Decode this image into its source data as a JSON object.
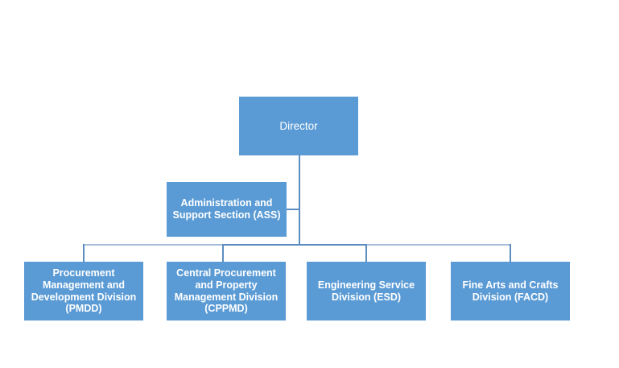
{
  "chart_title": "",
  "colors": {
    "node_fill": "#5b9bd5",
    "node_text": "#ffffff",
    "connector_dark": "#5b8dc0",
    "connector_light": "#a7c0da",
    "background": "#ffffff"
  },
  "org_chart": {
    "root": {
      "label": "Director",
      "bold": false
    },
    "staff": {
      "label": "Administration and\nSupport Section (ASS)",
      "bold": true
    },
    "divisions": [
      {
        "id": "pmdd",
        "label": "Procurement\nManagement and\nDevelopment Division\n(PMDD)",
        "abbr": "PMDD",
        "bold": true
      },
      {
        "id": "cppmd",
        "label": "Central Procurement\nand Property\nManagement Division\n(CPPMD)",
        "abbr": "CPPMD",
        "bold": true
      },
      {
        "id": "esd",
        "label": "Engineering Service\nDivision (ESD)",
        "abbr": "ESD",
        "bold": true
      },
      {
        "id": "facd",
        "label": "Fine Arts and Crafts\nDivision (FACD)",
        "abbr": "FACD",
        "bold": true
      }
    ]
  }
}
